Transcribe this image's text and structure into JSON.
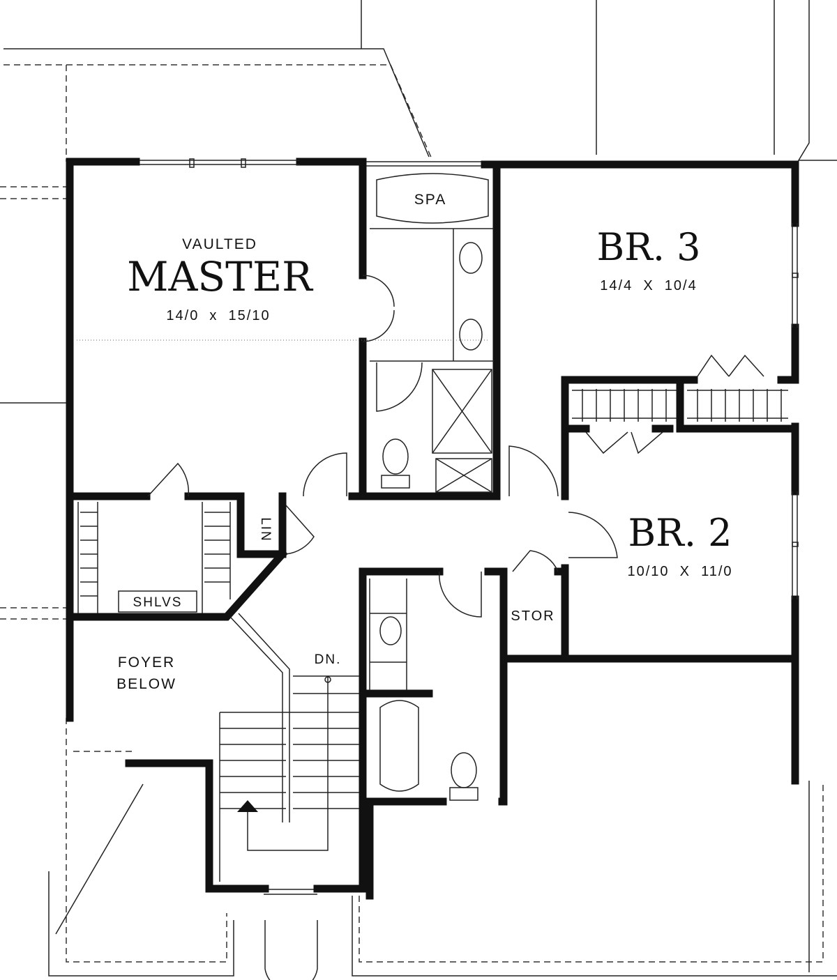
{
  "rooms": {
    "master": {
      "prefix": "VAULTED",
      "name": "MASTER",
      "size": "14/0  x  15/10"
    },
    "spa": {
      "name": "SPA"
    },
    "br3": {
      "name": "BR. 3",
      "size": "14/4  X  10/4"
    },
    "br2": {
      "name": "BR. 2",
      "size": "10/10  X  11/0"
    },
    "linen": {
      "name": "LIN"
    },
    "shelves": {
      "name": "SHLVS"
    },
    "storage": {
      "name": "STOR"
    },
    "foyer": {
      "line1": "FOYER",
      "line2": "BELOW"
    },
    "stairs": {
      "label": "DN."
    }
  }
}
